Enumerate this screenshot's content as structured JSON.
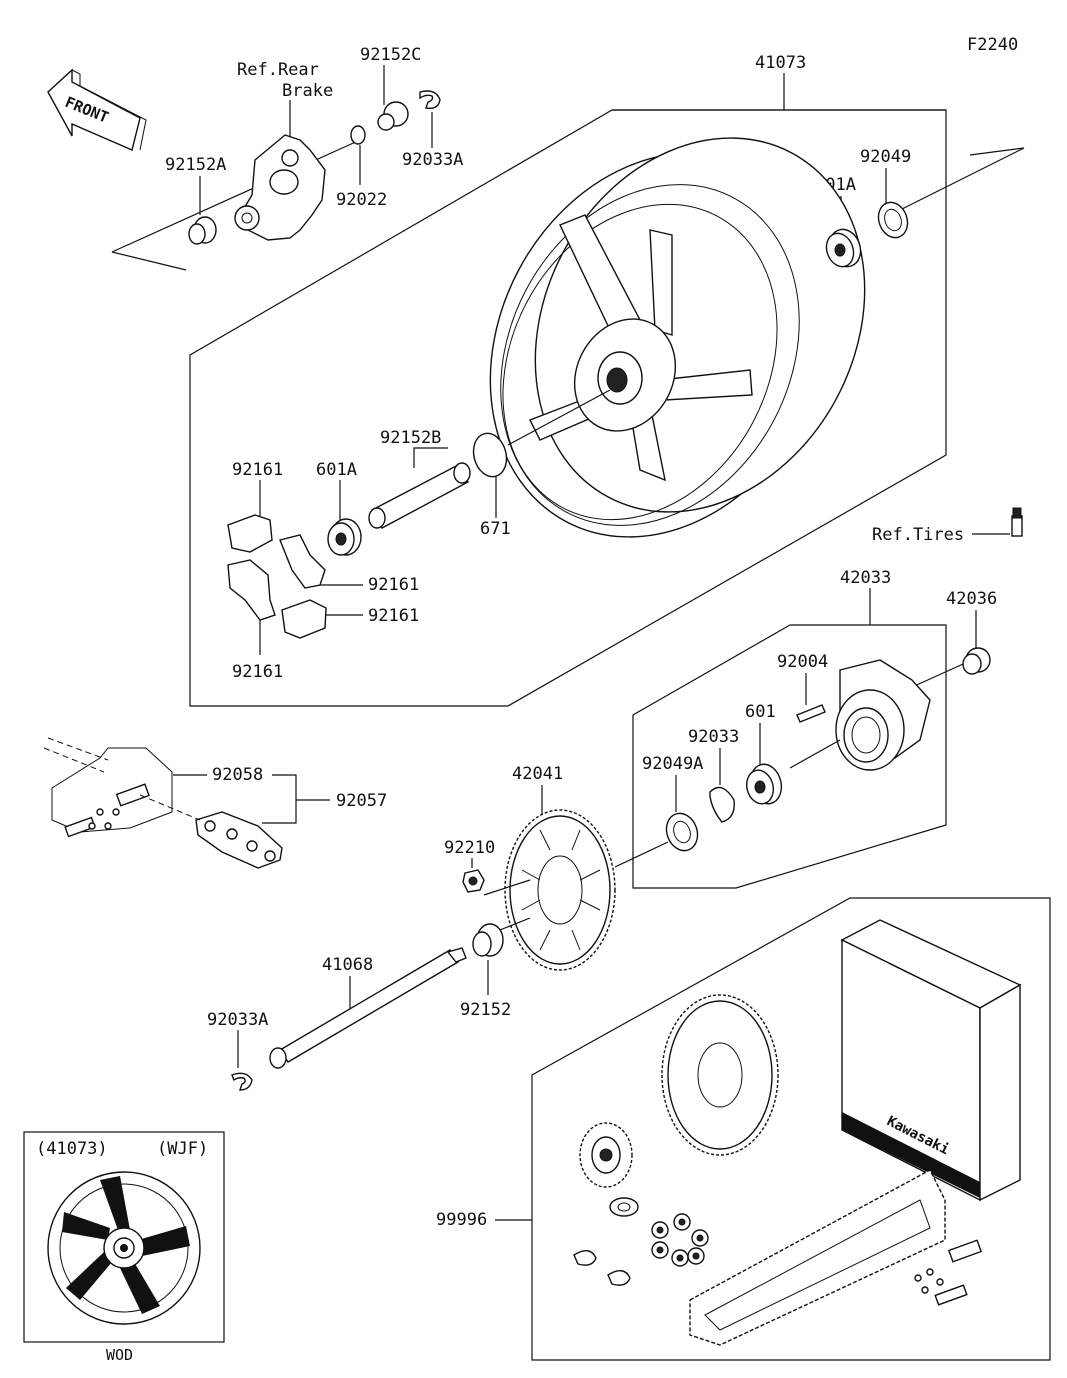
{
  "figure_code": "F2240",
  "front_label": "FRONT",
  "ref_rear_brake": [
    "Ref.Rear",
    "Brake"
  ],
  "ref_tires": "Ref.Tires",
  "inset": {
    "top_left": "(41073)",
    "top_right": "(WJF)",
    "bottom": "WOD"
  },
  "box_brand": "Kawasaki",
  "parts": {
    "p41073": "41073",
    "p92152C": "92152C",
    "p92033A_top": "92033A",
    "p92022": "92022",
    "p92152A": "92152A",
    "p92049": "92049",
    "p601A_top": "601A",
    "p92161_a": "92161",
    "p601A_mid": "601A",
    "p92152B": "92152B",
    "p671": "671",
    "p92161_b": "92161",
    "p92161_c": "92161",
    "p92161_d": "92161",
    "p42033": "42033",
    "p42036": "42036",
    "p92004": "92004",
    "p601": "601",
    "p92033": "92033",
    "p92049A": "92049A",
    "p42041": "42041",
    "p92058": "92058",
    "p92057": "92057",
    "p92210": "92210",
    "p41068": "41068",
    "p92152": "92152",
    "p92033A_bot": "92033A",
    "p99996": "99996"
  }
}
